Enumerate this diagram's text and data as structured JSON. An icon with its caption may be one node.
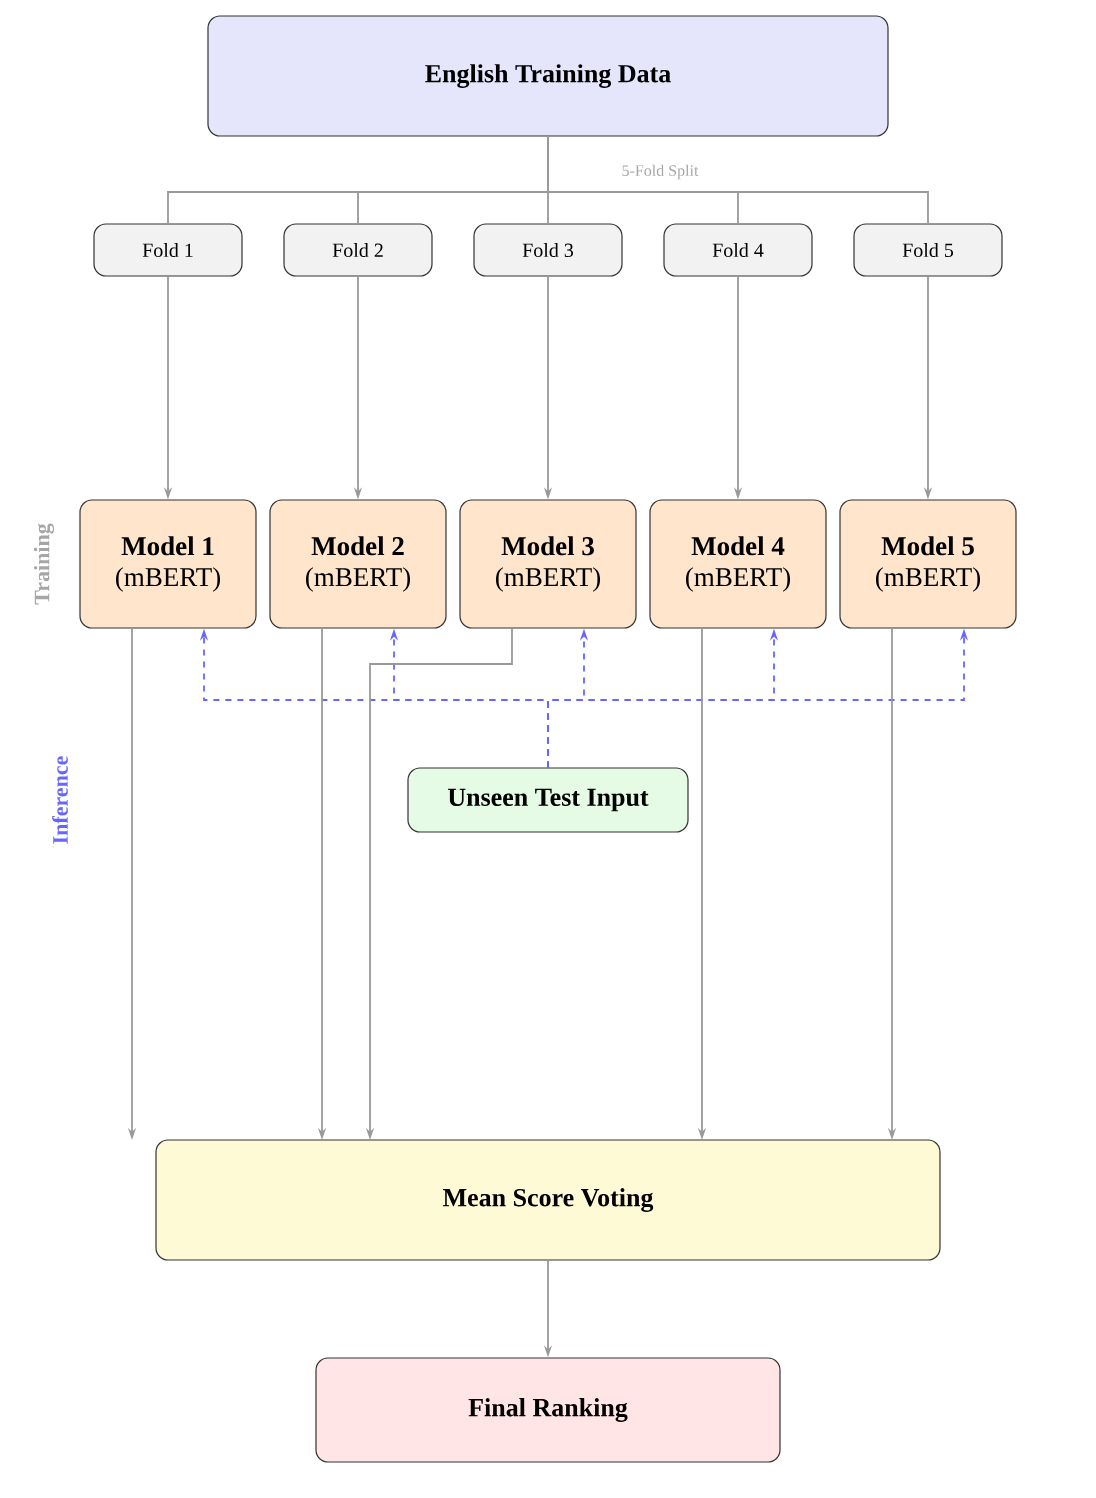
{
  "diagram": {
    "nodes": [
      {
        "text": [
          "English Training Data"
        ]
      },
      {
        "text": [
          "Fold 1"
        ]
      },
      {
        "text": [
          "Fold 2"
        ]
      },
      {
        "text": [
          "Fold 3"
        ]
      },
      {
        "text": [
          "Fold 4"
        ]
      },
      {
        "text": [
          "Fold 5"
        ]
      },
      {
        "text": [
          "Model 1",
          "(mBERT)"
        ]
      },
      {
        "text": [
          "Model 2",
          "(mBERT)"
        ]
      },
      {
        "text": [
          "Model 3",
          "(mBERT)"
        ]
      },
      {
        "text": [
          "Model 4",
          "(mBERT)"
        ]
      },
      {
        "text": [
          "Model 5",
          "(mBERT)"
        ]
      },
      {
        "text": [
          "Unseen Test Input"
        ]
      },
      {
        "text": [
          "Mean Score Voting"
        ]
      },
      {
        "text": [
          "Final Ranking"
        ]
      }
    ],
    "edges": [
      {
        "from": 0,
        "to": 1,
        "arrow": "none"
      },
      {
        "from": 0,
        "to": 2,
        "arrow": "none"
      },
      {
        "from": 0,
        "to": 3,
        "arrow": "none"
      },
      {
        "from": 0,
        "to": 4,
        "arrow": "none"
      },
      {
        "from": 0,
        "to": 5,
        "arrow": "none"
      },
      {
        "from": 1,
        "to": 6,
        "arrow": "to"
      },
      {
        "from": 2,
        "to": 7,
        "arrow": "to"
      },
      {
        "from": 3,
        "to": 8,
        "arrow": "to"
      },
      {
        "from": 4,
        "to": 9,
        "arrow": "to"
      },
      {
        "from": 5,
        "to": 10,
        "arrow": "to"
      },
      {
        "from": 11,
        "to": 6,
        "arrow": "to",
        "style": "dashed",
        "color": "#6666ff"
      },
      {
        "from": 11,
        "to": 7,
        "arrow": "to",
        "style": "dashed",
        "color": "#6666ff"
      },
      {
        "from": 11,
        "to": 8,
        "arrow": "to",
        "style": "dashed",
        "color": "#6666ff"
      },
      {
        "from": 11,
        "to": 9,
        "arrow": "to",
        "style": "dashed",
        "color": "#6666ff"
      },
      {
        "from": 11,
        "to": 10,
        "arrow": "to",
        "style": "dashed",
        "color": "#6666ff"
      },
      {
        "from": 6,
        "to": 12,
        "arrow": "to"
      },
      {
        "from": 7,
        "to": 12,
        "arrow": "to"
      },
      {
        "from": 8,
        "to": 12,
        "arrow": "to"
      },
      {
        "from": 9,
        "to": 12,
        "arrow": "to"
      },
      {
        "from": 10,
        "to": 12,
        "arrow": "to"
      },
      {
        "from": 12,
        "to": 13,
        "arrow": "to"
      }
    ],
    "labels": [
      "5-Fold Split",
      "Training",
      "Inference"
    ]
  }
}
